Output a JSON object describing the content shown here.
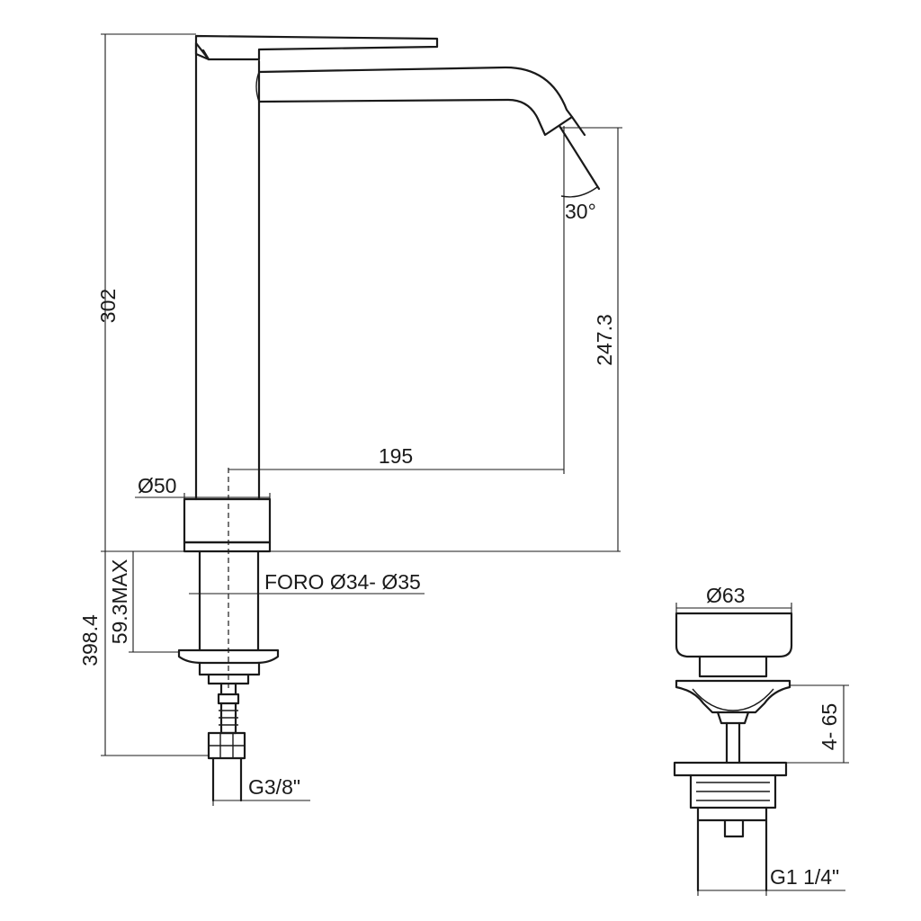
{
  "faucet": {
    "dim_height_total": "302",
    "dim_spout_height": "247.3",
    "dim_spout_reach": "195",
    "dim_base_diameter": "Ø50",
    "dim_hole": "FORO Ø34- Ø35",
    "dim_deck_max": "59.3MAX",
    "dim_below_deck": "398.4",
    "dim_connection": "G3/8\"",
    "dim_angle": "30°"
  },
  "drain": {
    "dim_cap_diameter": "Ø63",
    "dim_thickness": "4- 65",
    "dim_thread": "G1 1/4\""
  },
  "colors": {
    "line": "#1a1a1a",
    "background": "#ffffff"
  }
}
